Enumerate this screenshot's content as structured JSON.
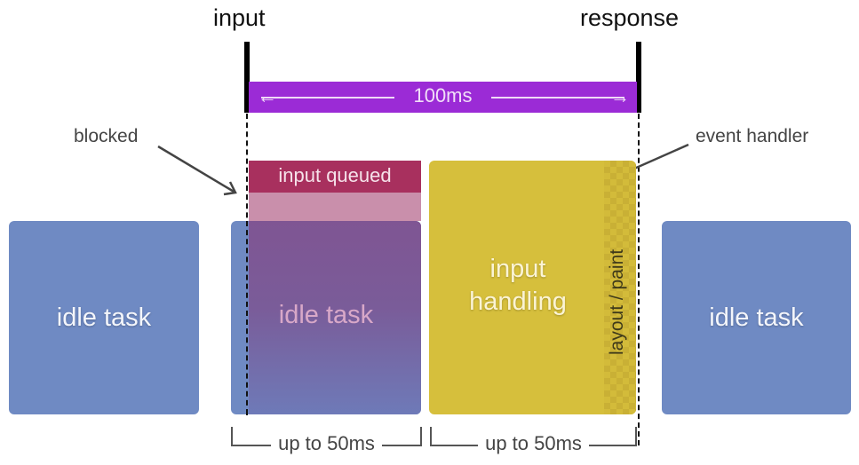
{
  "labels": {
    "input": "input",
    "response": "response",
    "duration": "100ms",
    "blocked": "blocked",
    "event_handler": "event handler",
    "input_queued": "input queued",
    "input_handling_line1": "input",
    "input_handling_line2": "handling",
    "layout_paint": "layout / paint"
  },
  "tasks": [
    {
      "label": "idle task"
    },
    {
      "label": "idle task"
    },
    {
      "label": "idle task"
    }
  ],
  "brackets": [
    {
      "label": "up to 50ms"
    },
    {
      "label": "up to 50ms"
    }
  ],
  "colors": {
    "idle_task": "#6f8ac3",
    "duration_bar": "#9b2bd6",
    "input_queued": "#a8305e",
    "input_handling": "#d6bf3c"
  }
}
